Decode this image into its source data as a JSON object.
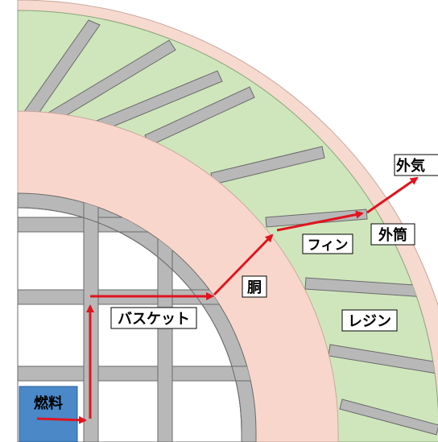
{
  "labels": {
    "fuel": "燃料",
    "basket": "バスケット",
    "body": "胴",
    "fin": "フィン",
    "outer_shell": "外筒",
    "resin": "レジン",
    "outside_air": "外気"
  },
  "colors": {
    "outer_cover": "#f6d9cf",
    "resin_fill": "#cfe6bc",
    "body_ring": "#f9d6cc",
    "steel": "#b8b8b8",
    "steel_edge": "#6a6a6a",
    "arrow": "#e0141e",
    "fuel_box": "#4a88c8",
    "interior": "#ffffff"
  }
}
